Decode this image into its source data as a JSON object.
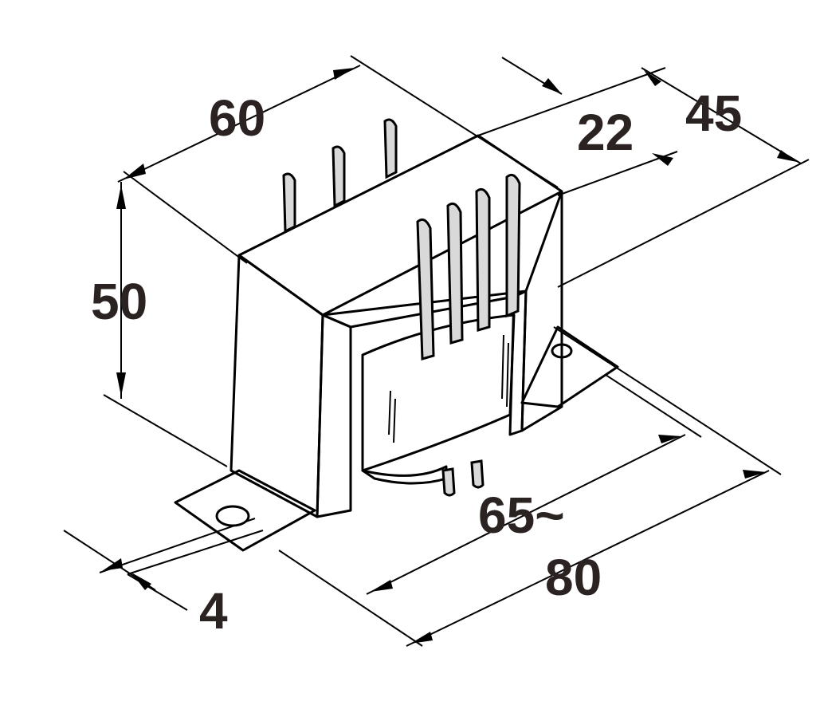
{
  "dimensions": {
    "width": "60",
    "height": "50",
    "depth": "45",
    "core_depth": "22",
    "mount_min": "65~",
    "mount_max": "80",
    "slot": "4"
  },
  "colors": {
    "line": "#000000",
    "text": "#2b2222",
    "face_front": "#c4c4c4",
    "face_top": "#e4e4e4",
    "face_side": "#a8a8a8",
    "coil": "#efefef"
  }
}
